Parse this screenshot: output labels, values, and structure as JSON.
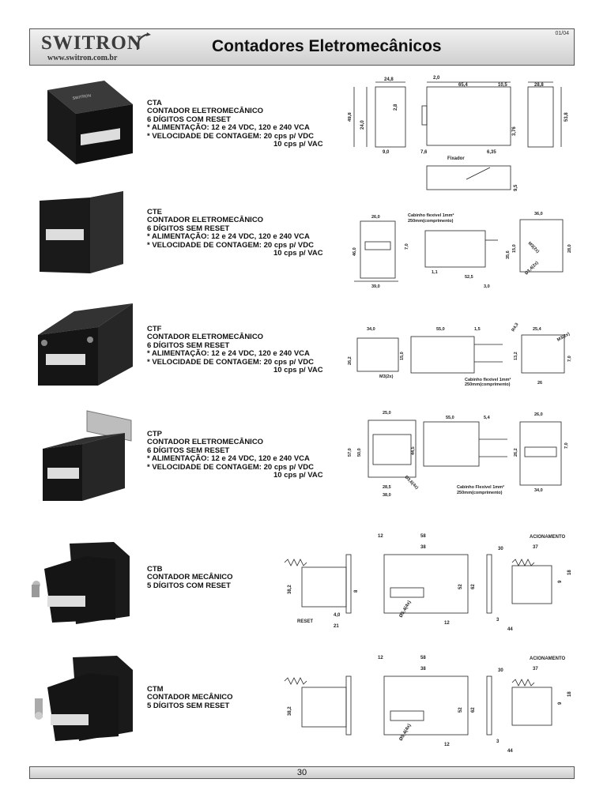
{
  "header": {
    "brand": "SWITRON",
    "website": "www.switron.com.br",
    "title": "Contadores Eletromecânicos",
    "page_code": "01/04"
  },
  "products": [
    {
      "code": "CTA",
      "lines": [
        "CONTADOR ELETROMECÂNICO",
        "6 DÍGITOS COM RESET",
        "* ALIMENTAÇÃO: 12 e 24 VDC, 120 e 240 VCA",
        "* VELOCIDADE DE CONTAGEM: 20 cps p/ VDC",
        "10 cps p/ VAC"
      ],
      "dims": [
        "24,8",
        "2,0",
        "65,4",
        "10,5",
        "28,8",
        "49,8",
        "24,0",
        "7,6",
        "6,35",
        "9,0",
        "53,8",
        "3,76",
        "2,8",
        "Fixador",
        "9,5"
      ]
    },
    {
      "code": "CTE",
      "lines": [
        "CONTADOR ELETROMECÂNICO",
        "6 DÍGITOS SEM RESET",
        "* ALIMENTAÇÃO: 12 e 24 VDC, 120 e 240 VCA",
        "* VELOCIDADE DE CONTAGEM: 20 cps p/ VDC",
        "10 cps p/ VAC"
      ],
      "dims": [
        "26,0",
        "Cabinho flexível 1mm²",
        "250mm(comprimento)",
        "36,0",
        "46,0",
        "7,0",
        "39,0",
        "1,1",
        "52,5",
        "3,0",
        "35,6",
        "15,0",
        "M3(2x)",
        "Ø3,4(2x)",
        "28,0"
      ]
    },
    {
      "code": "CTF",
      "lines": [
        "CONTADOR ELETROMECÂNICO",
        "6 DÍGITOS SEM RESET",
        "* ALIMENTAÇÃO: 12 e 24 VDC, 120 e 240 VCA",
        "* VELOCIDADE DE CONTAGEM: 20 cps p/ VDC",
        "10 cps p/ VAC"
      ],
      "dims": [
        "34,0",
        "55,0",
        "1,5",
        "25,4",
        "R4,3",
        "M3(2x)",
        "26,2",
        "15,0",
        "M3(2x)",
        "Cabinho flexível 1mm²",
        "250mm(comprimento)",
        "26",
        "13,2",
        "7,0"
      ]
    },
    {
      "code": "CTP",
      "lines": [
        "CONTADOR ELETROMECÂNICO",
        "6 DÍGITOS SEM RESET",
        "* ALIMENTAÇÃO: 12 e 24 VDC, 120 e 240 VCA",
        "* VELOCIDADE DE CONTAGEM: 20 cps p/ VDC",
        "10 cps p/ VAC"
      ],
      "dims": [
        "25,0",
        "55,0",
        "5,4",
        "26,0",
        "57,0",
        "50,0",
        "44,5",
        "28,5",
        "38,0",
        "Ø3,6(4x)",
        "Cabinho Flexível 1mm²",
        "250mm(comprimento)",
        "34,0",
        "26,2",
        "7,0"
      ]
    },
    {
      "code": "CTB",
      "lines": [
        "CONTADOR MECÂNICO",
        "5 DÍGITOS COM RESET"
      ],
      "dims": [
        "12",
        "58",
        "38",
        "ACIONAMENTO",
        "30",
        "37",
        "38,2",
        "8",
        "RESET",
        "21",
        "4,0",
        "52",
        "62",
        "Ø5,4(4x)",
        "12",
        "18",
        "9",
        "3",
        "44"
      ]
    },
    {
      "code": "CTM",
      "lines": [
        "CONTADOR MECÂNICO",
        "5 DÍGITOS SEM RESET"
      ],
      "dims": [
        "12",
        "58",
        "38",
        "ACIONAMENTO",
        "30",
        "37",
        "38,2",
        "52",
        "62",
        "Ø5,4(4x)",
        "12",
        "18",
        "9",
        "3",
        "44"
      ]
    }
  ],
  "footer": {
    "page_number": "30"
  }
}
